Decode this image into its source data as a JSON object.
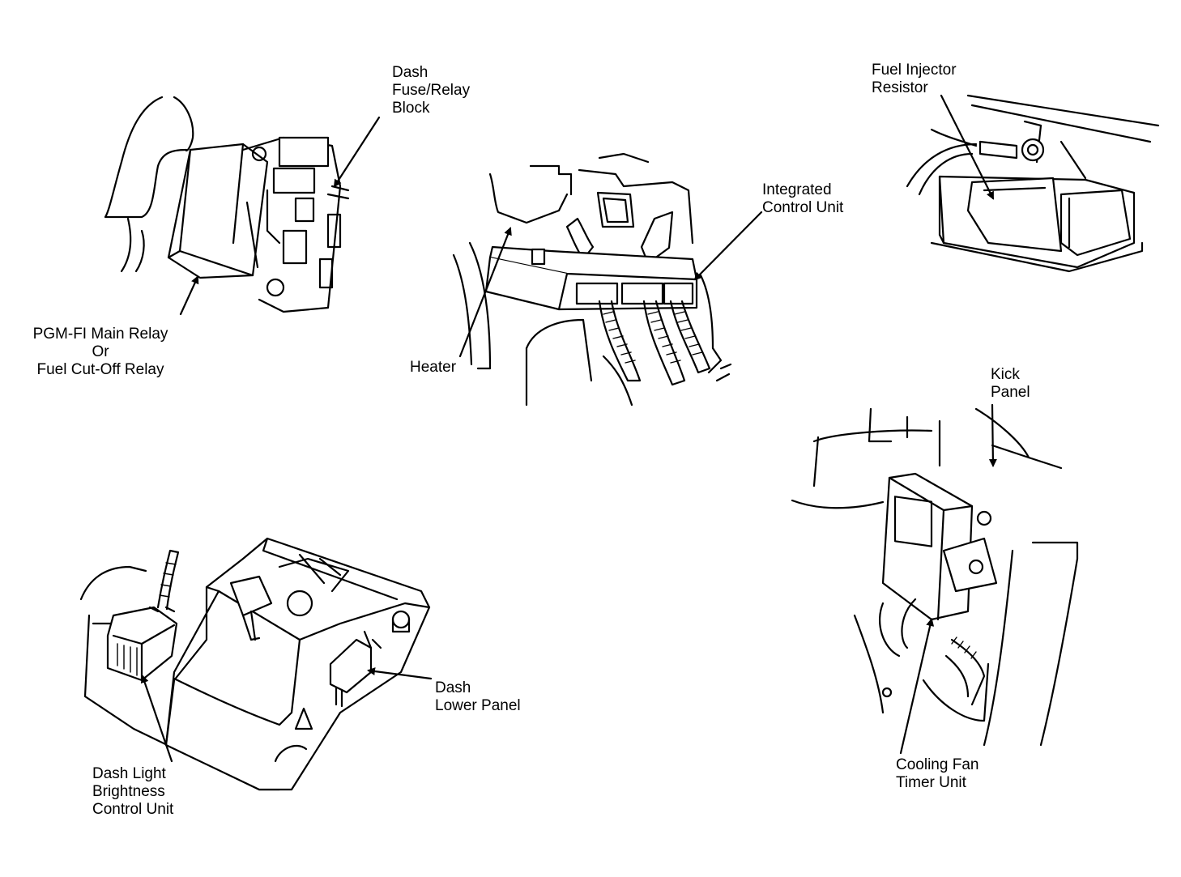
{
  "labels": {
    "dash_fuse_relay_block": [
      "Dash",
      "Fuse/Relay",
      "Block"
    ],
    "pgm_fi_main_relay": [
      "PGM-FI Main Relay",
      "Or",
      "Fuel Cut-Off Relay"
    ],
    "heater": "Heater",
    "integrated_control_unit": [
      "Integrated",
      "Control Unit"
    ],
    "fuel_injector_resistor": [
      "Fuel Injector",
      "Resistor"
    ],
    "kick_panel": [
      "Kick",
      "Panel"
    ],
    "cooling_fan_timer_unit": [
      "Cooling Fan",
      "Timer Unit"
    ],
    "dash_lower_panel": [
      "Dash",
      "Lower Panel"
    ],
    "dash_light_brightness_control_unit": [
      "Dash Light",
      "Brightness",
      "Control Unit"
    ]
  },
  "colors": {
    "ink": "#000000",
    "paper": "#ffffff"
  }
}
